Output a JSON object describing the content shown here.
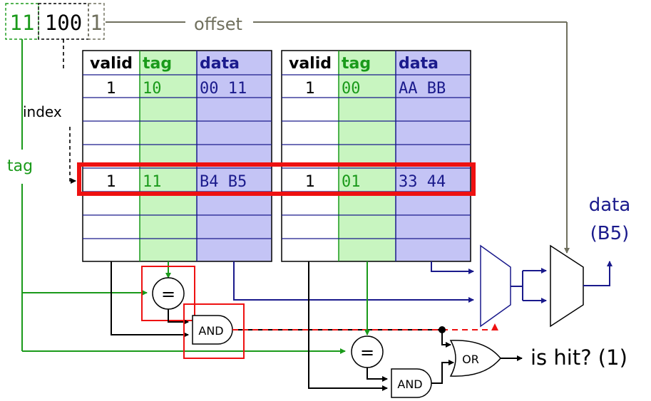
{
  "address": {
    "tag_bits": "11",
    "index_bits": "100",
    "offset_bits": "1"
  },
  "labels": {
    "offset": "offset",
    "index": "index",
    "tag": "tag",
    "data_out": "data",
    "data_out_value": "(B5)",
    "is_hit": "is hit? (1)"
  },
  "ways": [
    {
      "headers": {
        "valid": "valid",
        "tag": "tag",
        "data": "data"
      },
      "rows": [
        {
          "valid": "1",
          "tag": "10",
          "data": "00 11"
        },
        {
          "valid": "",
          "tag": "",
          "data": ""
        },
        {
          "valid": "",
          "tag": "",
          "data": ""
        },
        {
          "valid": "",
          "tag": "",
          "data": ""
        },
        {
          "valid": "1",
          "tag": "11",
          "data": "B4 B5"
        },
        {
          "valid": "",
          "tag": "",
          "data": ""
        },
        {
          "valid": "",
          "tag": "",
          "data": ""
        },
        {
          "valid": "",
          "tag": "",
          "data": ""
        }
      ]
    },
    {
      "headers": {
        "valid": "valid",
        "tag": "tag",
        "data": "data"
      },
      "rows": [
        {
          "valid": "1",
          "tag": "00",
          "data": "AA BB"
        },
        {
          "valid": "",
          "tag": "",
          "data": ""
        },
        {
          "valid": "",
          "tag": "",
          "data": ""
        },
        {
          "valid": "",
          "tag": "",
          "data": ""
        },
        {
          "valid": "1",
          "tag": "01",
          "data": "33 44"
        },
        {
          "valid": "",
          "tag": "",
          "data": ""
        },
        {
          "valid": "",
          "tag": "",
          "data": ""
        },
        {
          "valid": "",
          "tag": "",
          "data": ""
        }
      ]
    }
  ],
  "gates": {
    "eq": "=",
    "and": "AND",
    "or": "OR"
  },
  "colors": {
    "tag": "#1a9a1a",
    "tag_bg": "#c8f5c0",
    "data": "#1a1a8c",
    "data_bg": "#c4c4f5",
    "offset": "#70705e",
    "highlight": "#ee1111"
  }
}
